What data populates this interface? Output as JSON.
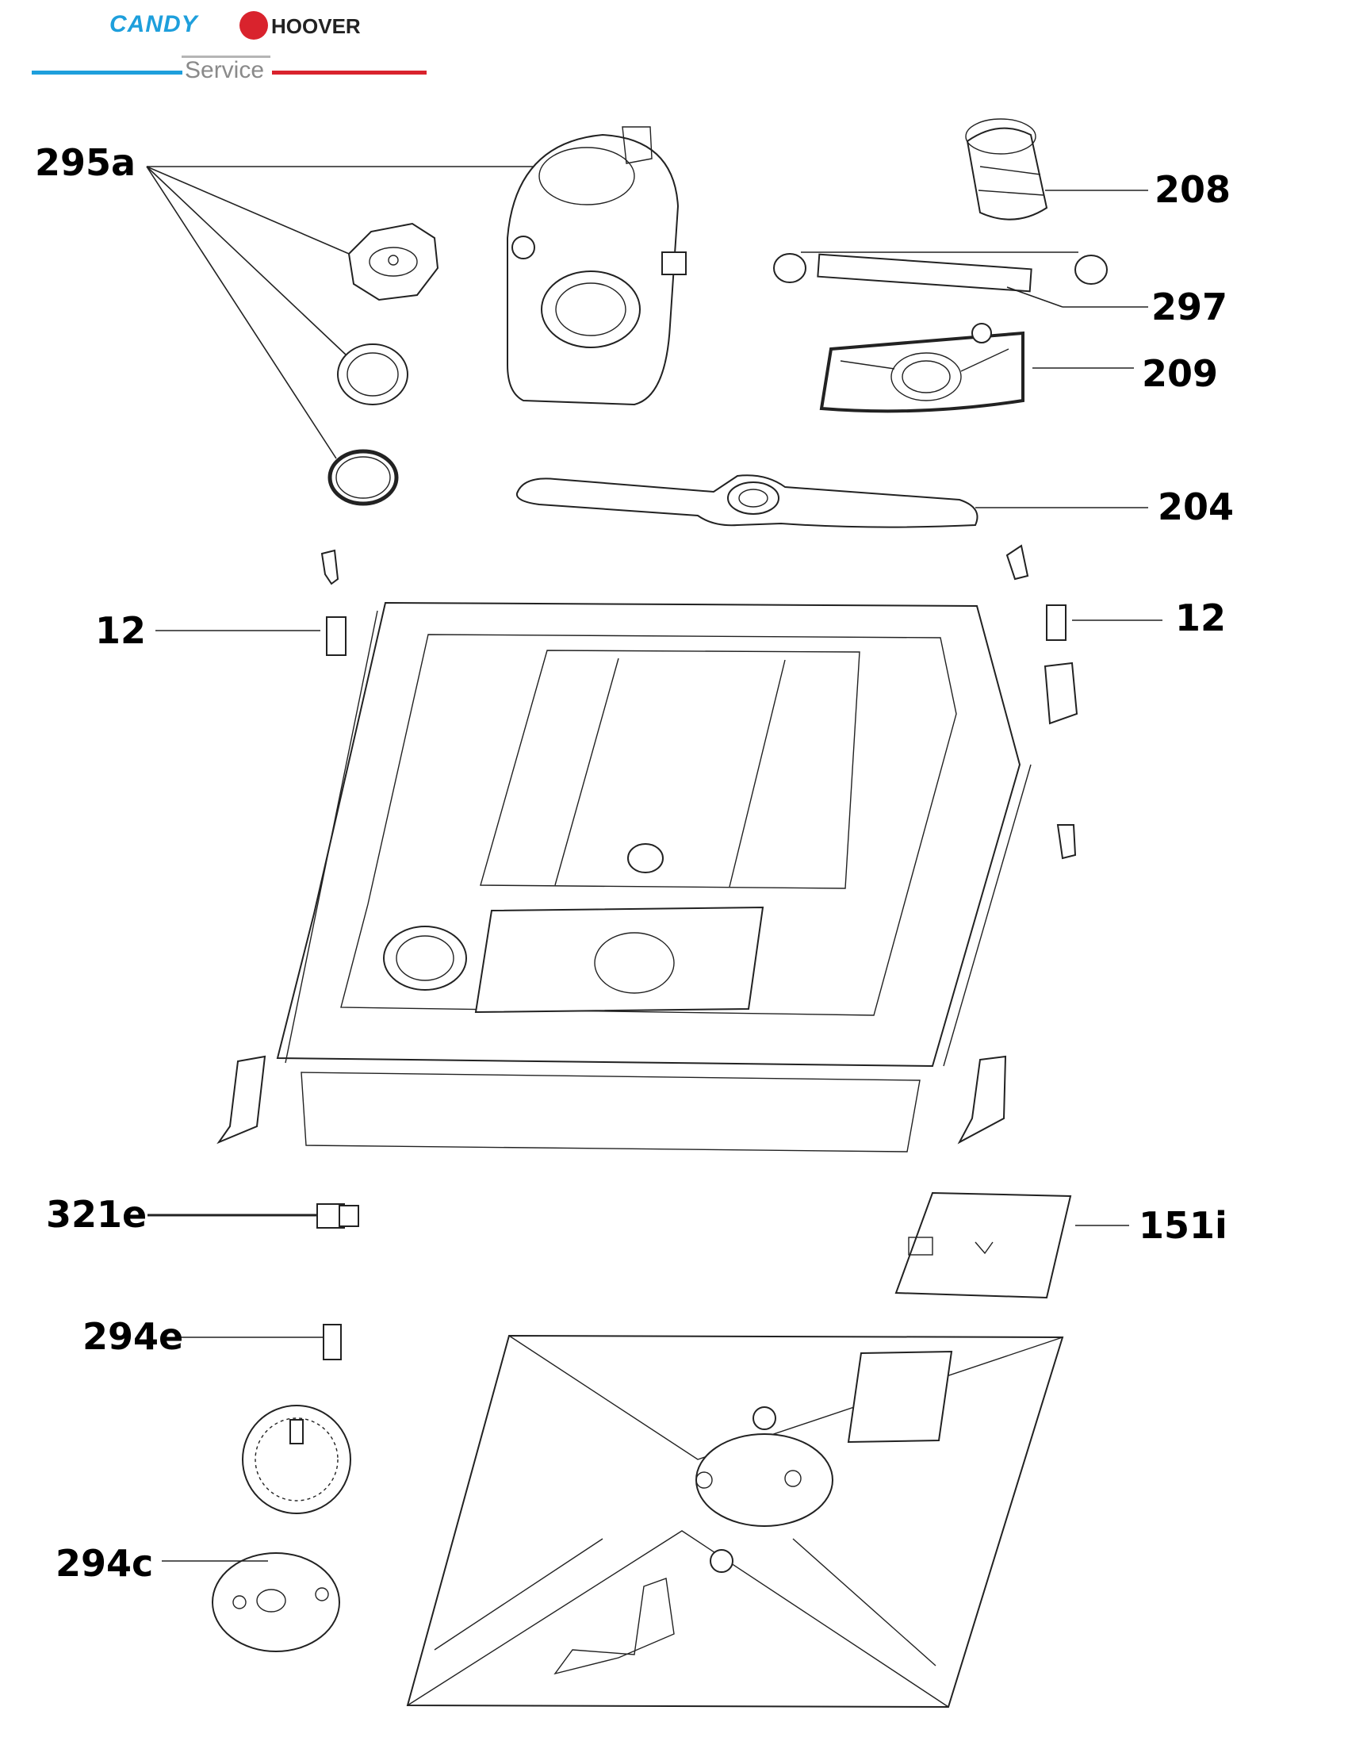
{
  "brand": {
    "candy": "CANDY",
    "hoover": "HOOVER",
    "service": "Service",
    "colors": {
      "candy_blue": "#1e9fdc",
      "hoover_red": "#d9232d",
      "service_grey": "#8a8a8a"
    }
  },
  "callouts": {
    "c295a": "295a",
    "c208": "208",
    "c297": "297",
    "c209": "209",
    "c204": "204",
    "c12_left": "12",
    "c12_right": "12",
    "c321e": "321e",
    "c151i": "151i",
    "c294e": "294e",
    "c294c": "294c"
  }
}
